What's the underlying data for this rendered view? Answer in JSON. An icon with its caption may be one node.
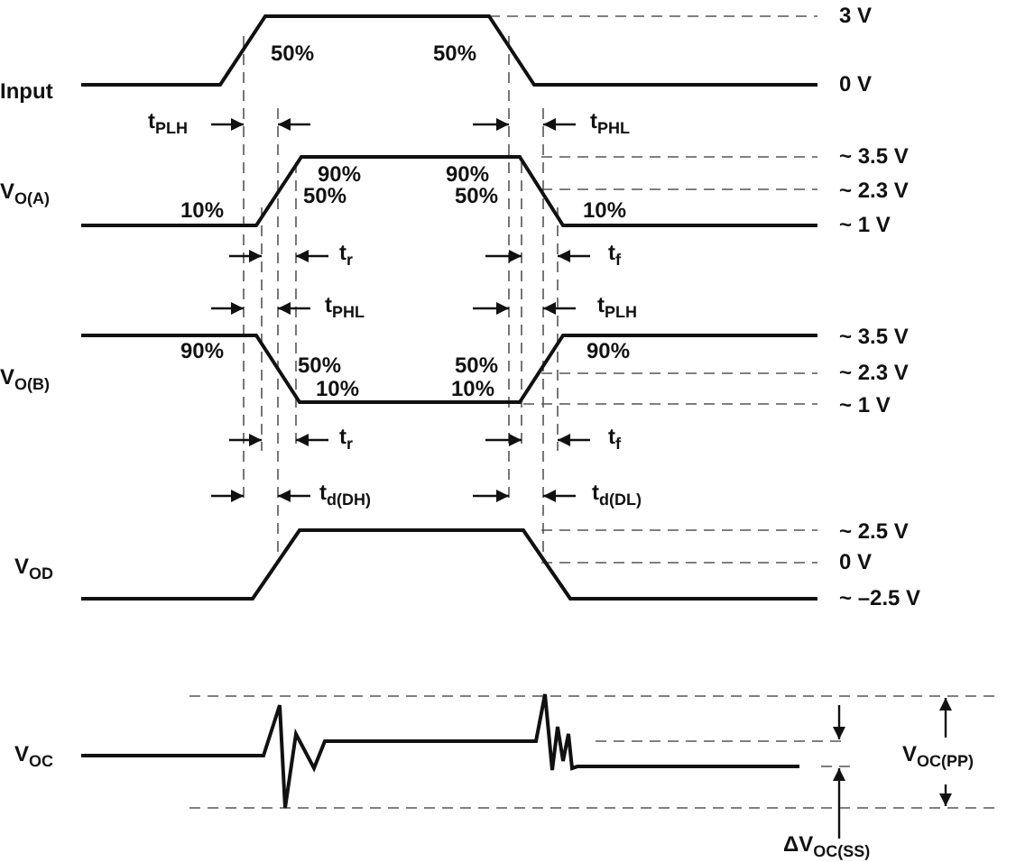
{
  "diagram": {
    "labels": [
      "Input",
      "3 V",
      "50%",
      "50%",
      "0 V",
      "t$_{PLH}$",
      "t$_{PHL}$",
      "V$_{O(A)}$",
      "~ 3.5 V",
      "90%",
      "90%",
      "~ 2.3 V",
      "10%",
      "50%",
      "50%",
      "10%",
      "~ 1 V",
      "t$_{r}$",
      "t$_{f}$",
      "t$_{PHL}$",
      "t$_{PLH}$",
      "~ 3.5 V",
      "90%",
      "90%",
      "V$_{O(B)}$",
      "50%",
      "50%",
      "~ 2.3 V",
      "10%",
      "10%",
      "~ 1 V",
      "t$_{r}$",
      "t$_{f}$",
      "t$_{d(DH)}$",
      "t$_{d(DL)}$",
      "~ 2.5 V",
      "V$_{OD}$",
      "0 V",
      "~ –2.5 V",
      "V$_{OC}$",
      "V$_{OC(PP)}$",
      "ΔV$_{OC(SS)}$"
    ]
  }
}
